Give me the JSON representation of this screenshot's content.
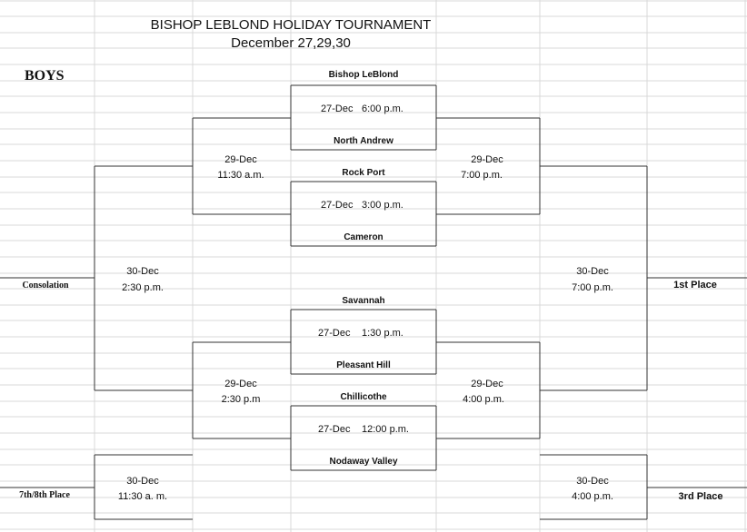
{
  "title": "BISHOP LEBLOND HOLIDAY TOURNAMENT",
  "dates": "December 27,29,30",
  "division": "BOYS",
  "first_round": [
    {
      "top_team": "Bishop LeBlond",
      "bottom_team": "North Andrew",
      "date": "27-Dec",
      "time": "6:00 p.m."
    },
    {
      "top_team": "Rock Port",
      "bottom_team": "Cameron",
      "date": "27-Dec",
      "time": "3:00 p.m."
    },
    {
      "top_team": "Savannah",
      "bottom_team": "Pleasant Hill",
      "date": "27-Dec",
      "time": "1:30 p.m."
    },
    {
      "top_team": "Chillicothe",
      "bottom_team": "Nodaway Valley",
      "date": "27-Dec",
      "time": "12:00 p.m."
    }
  ],
  "second_round": {
    "left_top": {
      "date": "29-Dec",
      "time": "11:30 a.m."
    },
    "left_bottom": {
      "date": "29-Dec",
      "time": "2:30 p.m"
    },
    "right_top": {
      "date": "29-Dec",
      "time": "7:00   p.m."
    },
    "right_bottom": {
      "date": "29-Dec",
      "time": "4:00 p.m."
    }
  },
  "finals": {
    "consolation": {
      "date": "30-Dec",
      "time": "2:30 p.m.",
      "label": "Consolation"
    },
    "first_place": {
      "date": "30-Dec",
      "time": "7:00 p.m.",
      "label": "1st Place"
    },
    "seventh_eighth": {
      "date": "30-Dec",
      "time": "11:30 a. m.",
      "label": "7th/8th Place"
    },
    "third_place": {
      "date": "30-Dec",
      "time": "4:00 p.m.",
      "label": "3rd Place"
    }
  },
  "colors": {
    "grid": "#d9d9d9",
    "bracket": "#333333",
    "text": "#111111"
  }
}
